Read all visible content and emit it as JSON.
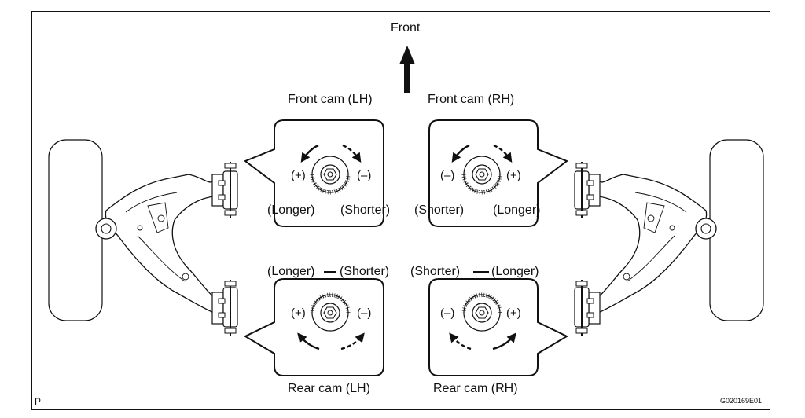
{
  "labels": {
    "front": "Front",
    "front_cam_lh": "Front cam (LH)",
    "front_cam_rh": "Front cam (RH)",
    "rear_cam_lh": "Rear cam (LH)",
    "rear_cam_rh": "Rear cam (RH)",
    "longer": "(Longer)",
    "shorter": "(Shorter)",
    "plus": "(+)",
    "minus": "(–)",
    "corner_letter": "P",
    "figure_id": "G020169E01"
  }
}
